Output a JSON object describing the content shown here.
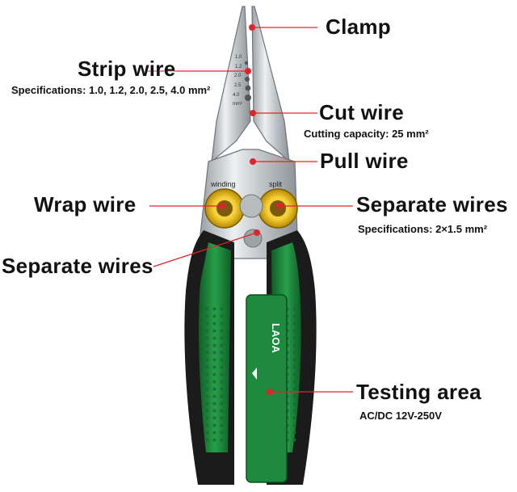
{
  "labels": {
    "clamp": "Clamp",
    "strip_wire": "Strip wire",
    "strip_wire_spec": "Specifications: 1.0, 1.2, 2.0, 2.5, 4.0 mm²",
    "cut_wire": "Cut wire",
    "cut_wire_spec": "Cutting capacity: 25 mm²",
    "pull_wire": "Pull wire",
    "wrap_wire": "Wrap wire",
    "separate_wires_right": "Separate wires",
    "separate_wires_right_spec": "Specifications: 2×1.5 mm²",
    "separate_wires_left": "Separate wires",
    "testing_area": "Testing area",
    "testing_area_spec": "AC/DC 12V-250V"
  },
  "tool_marks": {
    "winding": "winding",
    "split": "split",
    "brand": "LAOA",
    "gauge": [
      "1.0",
      "1.2",
      "2.0",
      "2.5",
      "4.0"
    ],
    "unit": "mm²"
  },
  "colors": {
    "handle_green": "#1f8a3e",
    "handle_black": "#1b1b1b",
    "steel": "#cfd3d6",
    "callout_red": "#e0242c",
    "ring_yellow": "#e8b400"
  }
}
